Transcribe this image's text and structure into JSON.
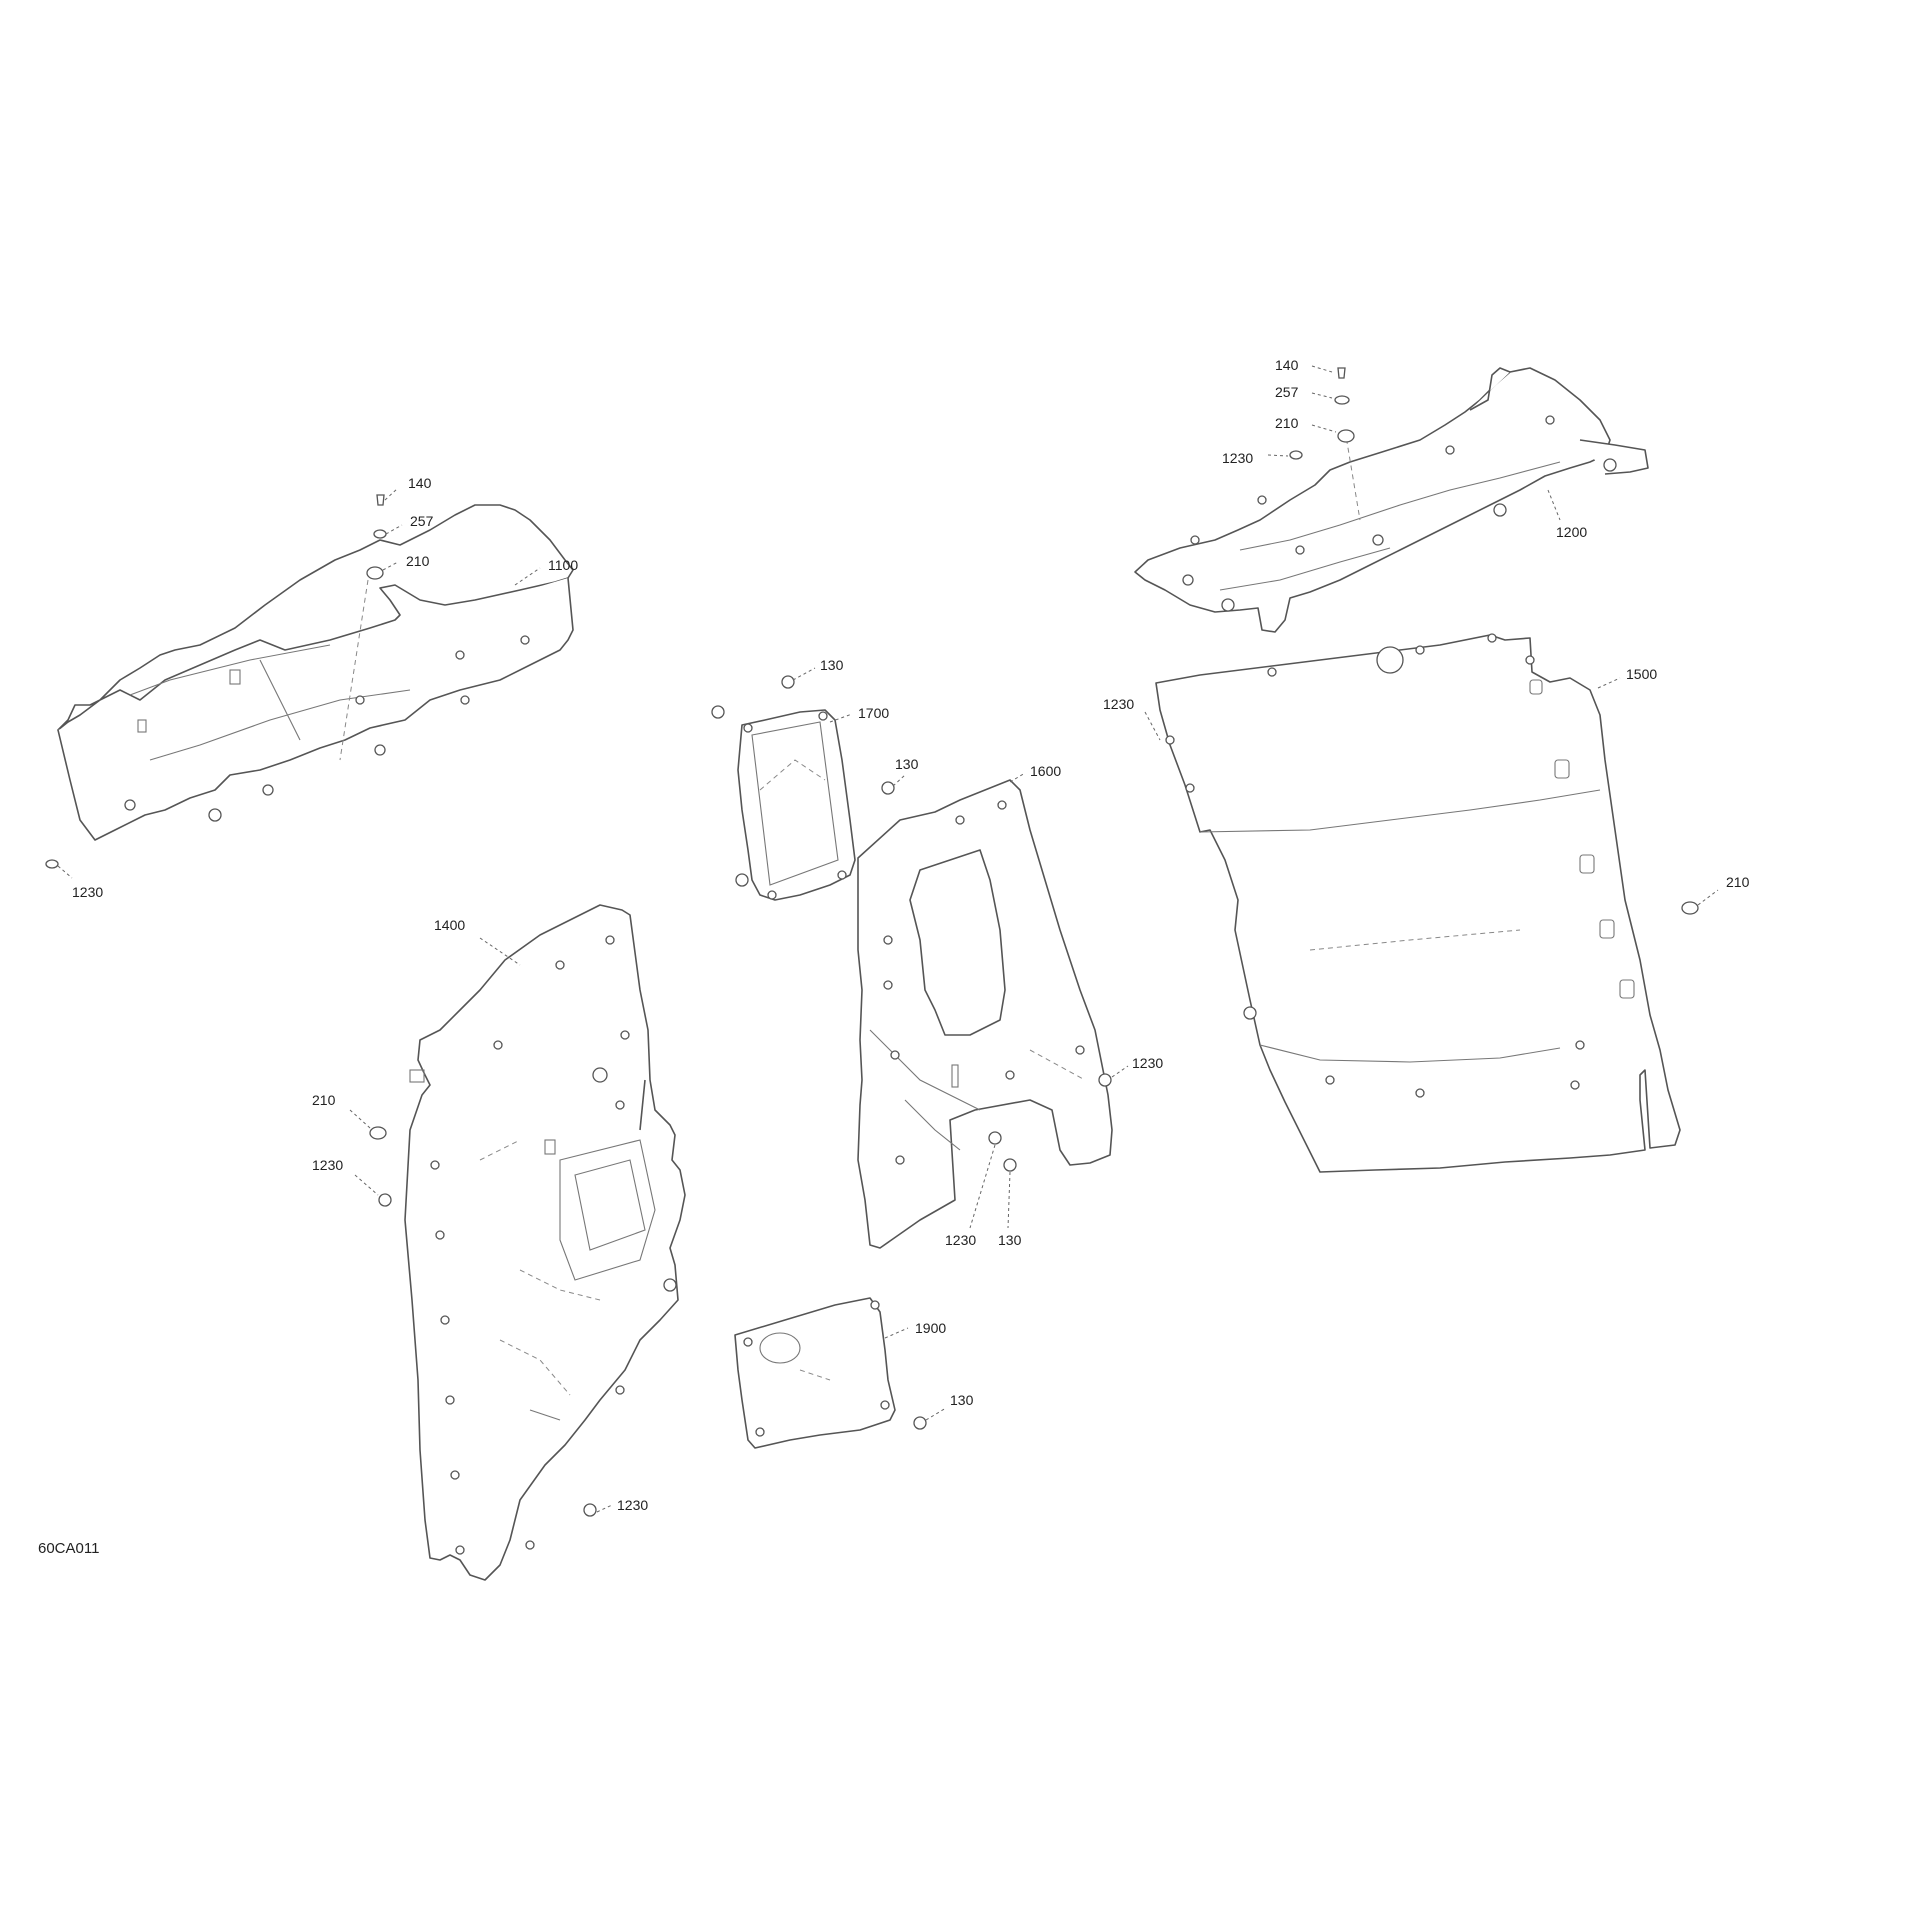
{
  "diagram": {
    "reference_code": "60CA011",
    "callouts": {
      "p1100": "1100",
      "p1100_140": "140",
      "p1100_257": "257",
      "p1100_210": "210",
      "p1100_1230": "1230",
      "p1200": "1200",
      "p1200_140": "140",
      "p1200_257": "257",
      "p1200_210": "210",
      "p1200_1230": "1230",
      "p1700": "1700",
      "p1700_130": "130",
      "p1600": "1600",
      "p1600_130_top": "130",
      "p1600_1230_right": "1230",
      "p1600_1230_bottom": "1230",
      "p1600_130_bottom": "130",
      "p1500": "1500",
      "p1500_1230": "1230",
      "p1500_210": "210",
      "p1400": "1400",
      "p1400_210": "210",
      "p1400_1230_left": "1230",
      "p1400_1230_bottom": "1230",
      "p1900": "1900",
      "p1900_130": "130"
    }
  }
}
